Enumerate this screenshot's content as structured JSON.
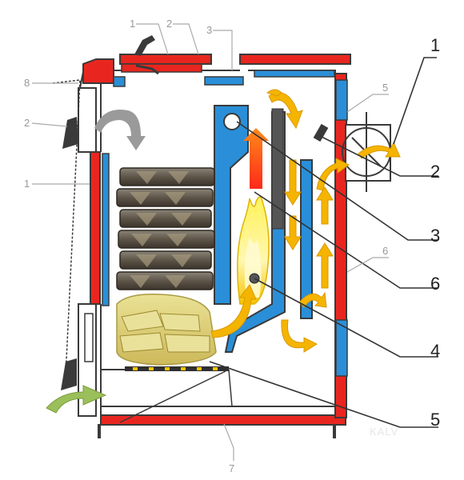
{
  "diagram": {
    "callouts": [
      {
        "id": "1",
        "label": "1"
      },
      {
        "id": "2",
        "label": "2"
      },
      {
        "id": "3",
        "label": "3"
      },
      {
        "id": "6",
        "label": "6"
      },
      {
        "id": "4",
        "label": "4"
      },
      {
        "id": "5",
        "label": "5"
      }
    ],
    "faint_labels": {
      "top_a": "1",
      "top_b": "2",
      "top_c": "3",
      "left_a": "8",
      "left_b": "2",
      "left_c": "1",
      "right_a": "5",
      "right_b": "6",
      "bottom": "7"
    },
    "watermark": "KALV",
    "colors": {
      "outer_wall": "#e8261f",
      "inner_wall": "#2a8fd8",
      "frame": "#3a3a3a",
      "flame_core": "#fff7a0",
      "flame_outer": "#f5c400",
      "hot_arrow": "#f25a1a",
      "flow_arrow": "#f5b400",
      "smoke_arrow": "#9a9a9a",
      "air_arrow": "#9bbf5a"
    }
  }
}
